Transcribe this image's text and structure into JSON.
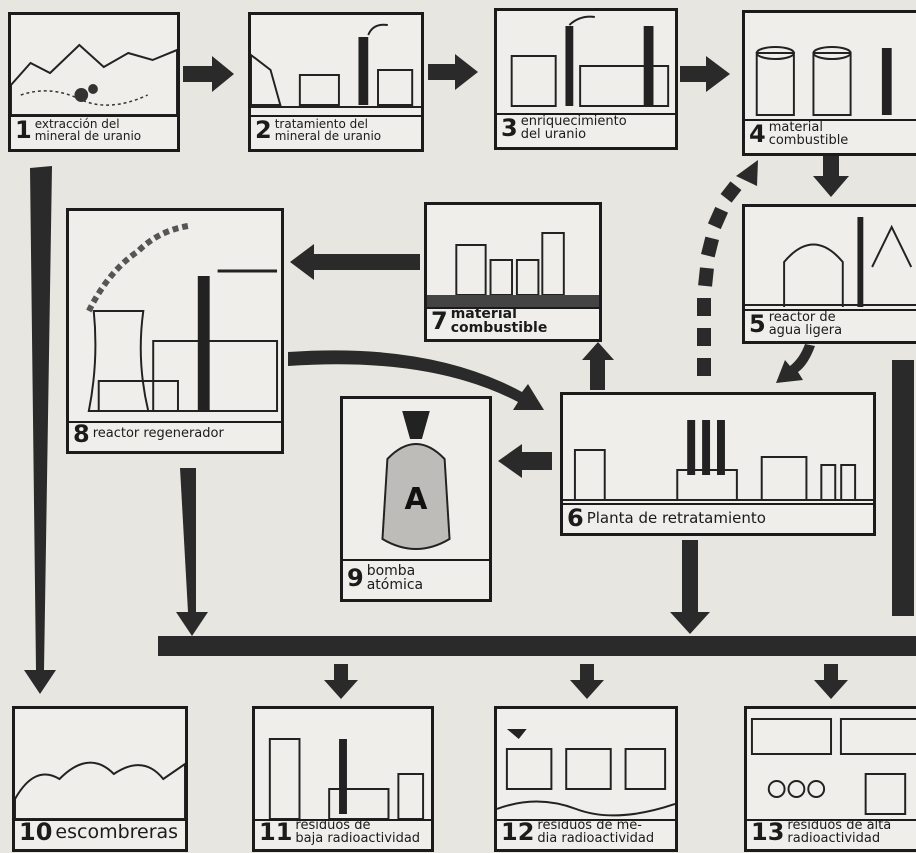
{
  "stages": [
    {
      "num": "1",
      "lines": [
        "extracción del",
        "mineral de uranio"
      ]
    },
    {
      "num": "2",
      "lines": [
        "tratamiento del",
        "mineral de uranio"
      ]
    },
    {
      "num": "3",
      "lines": [
        "enriquecimiento",
        "del uranio"
      ]
    },
    {
      "num": "4",
      "lines": [
        "material",
        "combustible"
      ]
    },
    {
      "num": "5",
      "lines": [
        "reactor de",
        "agua ligera"
      ]
    },
    {
      "num": "6",
      "lines": [
        "Planta de retratamiento"
      ]
    },
    {
      "num": "7",
      "lines": [
        "material",
        "combustible"
      ]
    },
    {
      "num": "8",
      "lines": [
        "reactor regenerador"
      ]
    },
    {
      "num": "9",
      "lines": [
        "bomba",
        "atómica"
      ]
    },
    {
      "num": "10",
      "lines": [
        "escombreras"
      ]
    },
    {
      "num": "11",
      "lines": [
        "residuos de",
        "baja radioactividad"
      ]
    },
    {
      "num": "12",
      "lines": [
        "residuos de me-",
        "dia radioactividad"
      ]
    },
    {
      "num": "13",
      "lines": [
        "residuos de alta",
        "radioactividad"
      ]
    }
  ],
  "bomb_letter": "A",
  "colors": {
    "ink": "#1b1b1b",
    "paper": "#efeeea",
    "background": "#e7e6e1"
  }
}
